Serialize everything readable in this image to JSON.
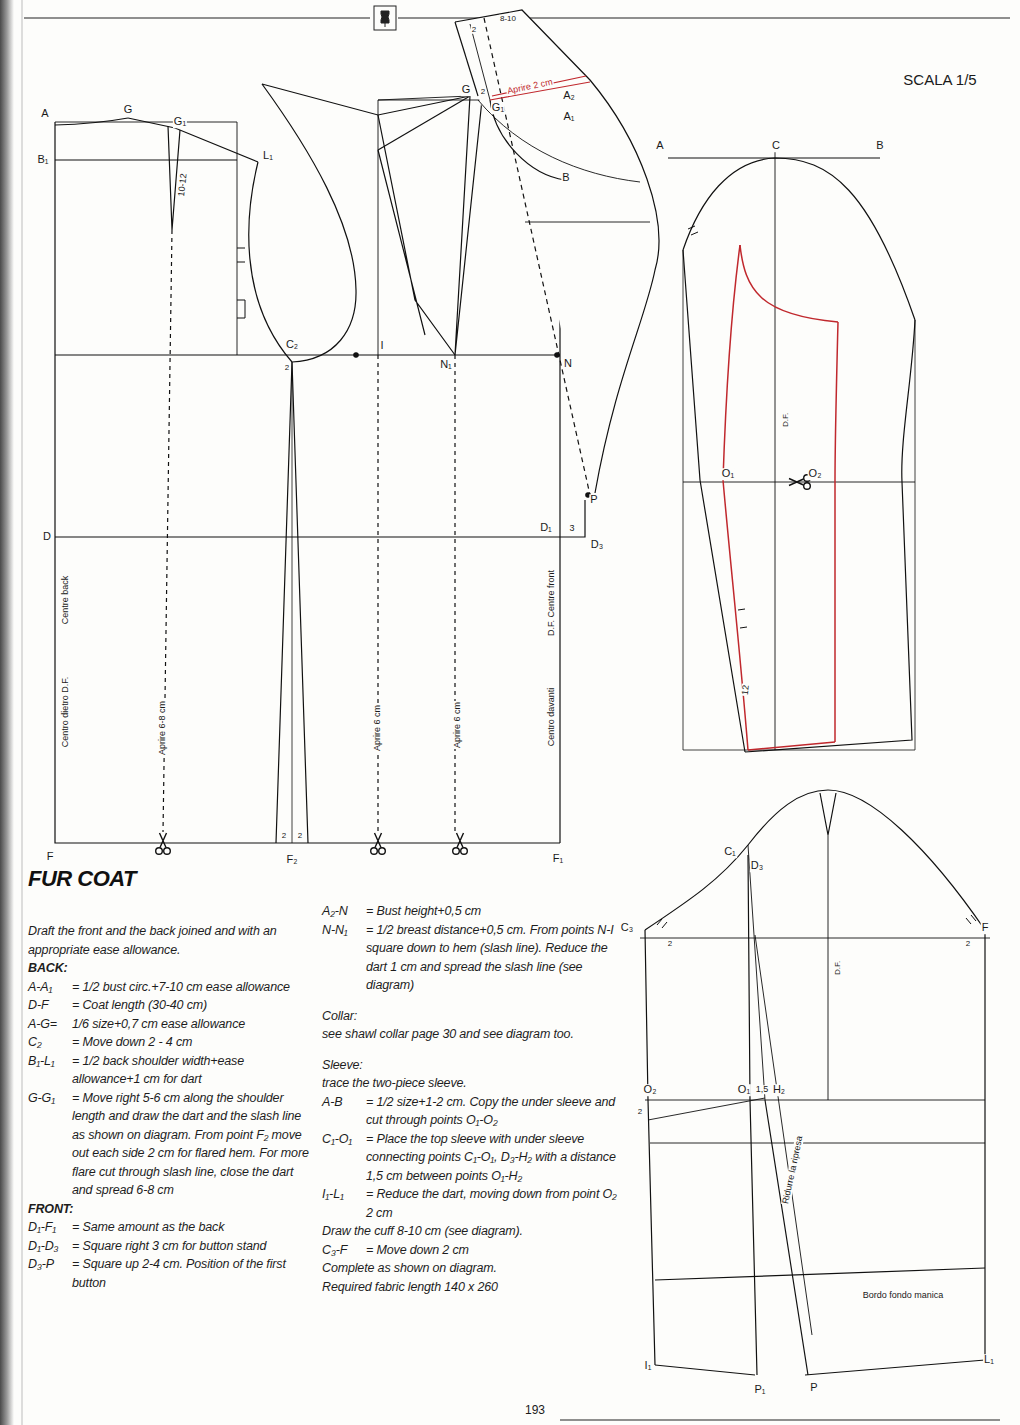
{
  "diagram": {
    "title": "FUR COAT",
    "labels": [
      "SCALA 1/5",
      "A",
      "G",
      "G₁",
      "B₁",
      "L₁",
      "10-12",
      "C₂",
      "2",
      "I",
      "N₁",
      "N",
      "D",
      "D₁",
      "3",
      "D₃",
      "P",
      "F",
      "F₂",
      "2",
      "2",
      "F₁",
      "Centre back",
      "Centro dietro D.F.",
      "Aprire 6-8 cm",
      "Aprire 6 cm",
      "Aprire 6 cm",
      "D.F. Centre front",
      "Centro davanti",
      "G",
      "2",
      "G₁",
      "A₂",
      "A₁",
      "Aprire 2 cm",
      "2",
      "8-10",
      "B",
      "A",
      "C",
      "B",
      "D.F.",
      "O₁",
      "O₂",
      "12",
      "C₁",
      "D₃",
      "C₃",
      "F",
      "2",
      "2",
      "D.F.",
      "O₂",
      "O₁",
      "1,5",
      "H₂",
      "2",
      "Ridurre la ripresa",
      "Bordo fondo manica",
      "I₁",
      "L₁",
      "P₁",
      "P",
      "193",
      "Draft the front and the back joined and with an appropriate ease allowance.",
      "BACK:",
      "A-A₁",
      "= 1/2 bust circ.+7-10 cm ease allowance",
      "D-F",
      "= Coat length (30-40 cm)",
      "A-G=",
      "1/6 size+0,7 cm ease allowance",
      "C₂",
      "= Move down 2 - 4 cm",
      "B₁-L₁",
      "= 1/2 back shoulder width+ease allowance+1 cm for dart",
      "G-G₁",
      "= Move right 5-6 cm along the shoulder length and draw the dart and the slash line as shown on diagram. From point F₂ move out each side 2 cm for flared hem. For more flare cut through slash line, close the dart and spread 6-8 cm",
      "FRONT:",
      "D₁-F₁",
      "= Same amount as the back",
      "D₁-D₃",
      "= Square right 3 cm for button stand",
      "D₃-P",
      "= Square up 2-4 cm. Position of the first button",
      "A₂-N",
      "= Bust height+0,5 cm",
      "N-N₁",
      "= 1/2 breast distance+0,5 cm. From points N-I square down to hem (slash line). Reduce the dart 1 cm and spread the slash line (see diagram)",
      "Collar:",
      "see shawl collar page 30 and see diagram too.",
      "Sleeve:",
      "trace the two-piece sleeve.",
      "A-B",
      "= 1/2 size+1-2 cm. Copy the under sleeve and cut through points O₁-O₂",
      "C₁-O₁",
      "= Place the top sleeve with under sleeve connecting points C₁-O₁, D₃-H₂ with a distance 1,5 cm between points O₁-H₂",
      "I₁-L₁",
      "= Reduce the dart, moving down from point O₂ 2 cm",
      "Draw the cuff 8-10 cm (see diagram).",
      "C₃-F",
      "= Move down 2 cm",
      "Complete as shown on diagram.",
      "Required fabric length 140 x 260"
    ]
  }
}
